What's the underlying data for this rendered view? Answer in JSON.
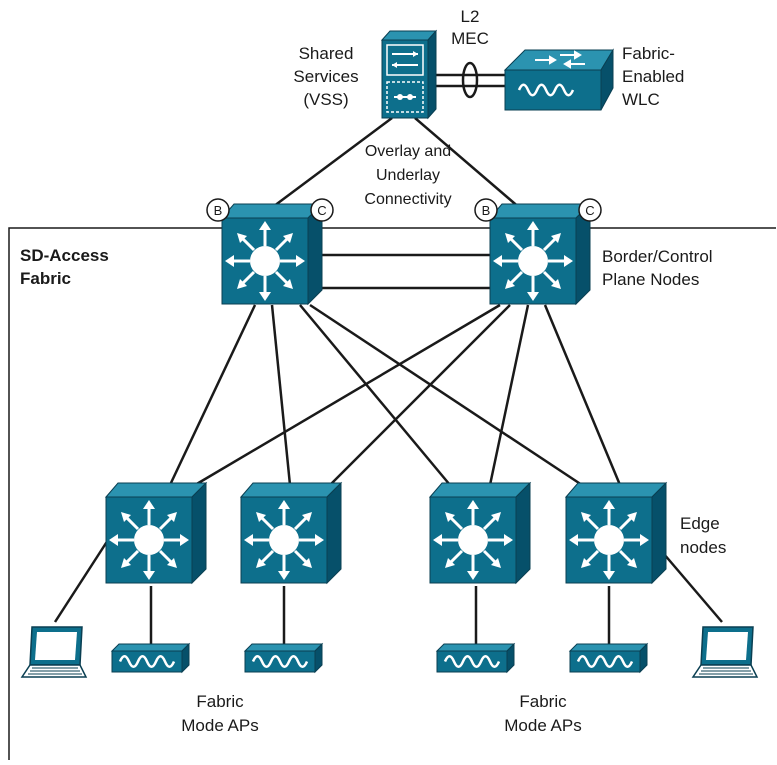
{
  "labels": {
    "l2mec": [
      "L2",
      "MEC"
    ],
    "shared_services": [
      "Shared",
      "Services",
      "(VSS)"
    ],
    "wlc": [
      "Fabric-",
      "Enabled",
      "WLC"
    ],
    "overlay": [
      "Overlay and",
      "Underlay",
      "Connectivity"
    ],
    "fabric_title": [
      "SD-Access",
      "Fabric"
    ],
    "border_cp": [
      "Border/Control",
      "Plane Nodes"
    ],
    "edge": [
      "Edge",
      "nodes"
    ],
    "aps_left": [
      "Fabric",
      "Mode APs"
    ],
    "aps_right": [
      "Fabric",
      "Mode APs"
    ]
  },
  "badges": {
    "border": "B",
    "control": "C"
  },
  "colors": {
    "device": "#0d6f8c",
    "device_side": "#06506a",
    "device_top": "#2b93b0",
    "line": "#1a1a1a"
  },
  "icons": [
    "layer3-switch-icon",
    "vss-switch-icon",
    "wlc-icon",
    "access-point-icon",
    "laptop-icon"
  ]
}
